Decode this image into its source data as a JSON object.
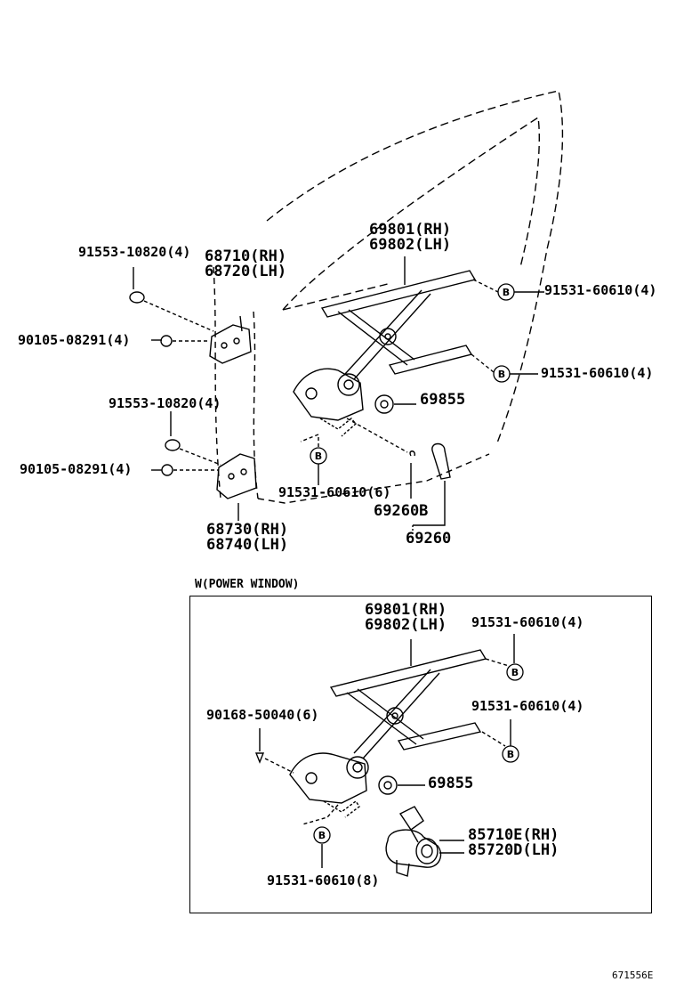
{
  "section_title": "W(POWER WINDOW)",
  "figure_id": "671556E",
  "marker_letter": "B",
  "upper": {
    "regulator": [
      "69801(RH)",
      "69802(LH)"
    ],
    "hinge_upper": [
      "68710(RH)",
      "68720(LH)"
    ],
    "hinge_lower": [
      "68730(RH)",
      "68740(LH)"
    ],
    "bolt_upper": "91553-10820(4)",
    "bolt_lower": "91553-10820(4)",
    "screw_upper": "90105-08291(4)",
    "screw_lower": "90105-08291(4)",
    "bolt_b1": "91531-60610(4)",
    "bolt_b2": "91531-60610(4)",
    "bolt_b3": "91531-60610(6)",
    "cap": "69855",
    "handle_clip": "69260B",
    "handle": "69260"
  },
  "power_window": {
    "regulator": [
      "69801(RH)",
      "69802(LH)"
    ],
    "bolt_b1": "91531-60610(4)",
    "bolt_b2": "91531-60610(4)",
    "bolt_b3": "91531-60610(8)",
    "screw": "90168-50040(6)",
    "cap": "69855",
    "motor": [
      "85710E(RH)",
      "85720D(LH)"
    ]
  }
}
